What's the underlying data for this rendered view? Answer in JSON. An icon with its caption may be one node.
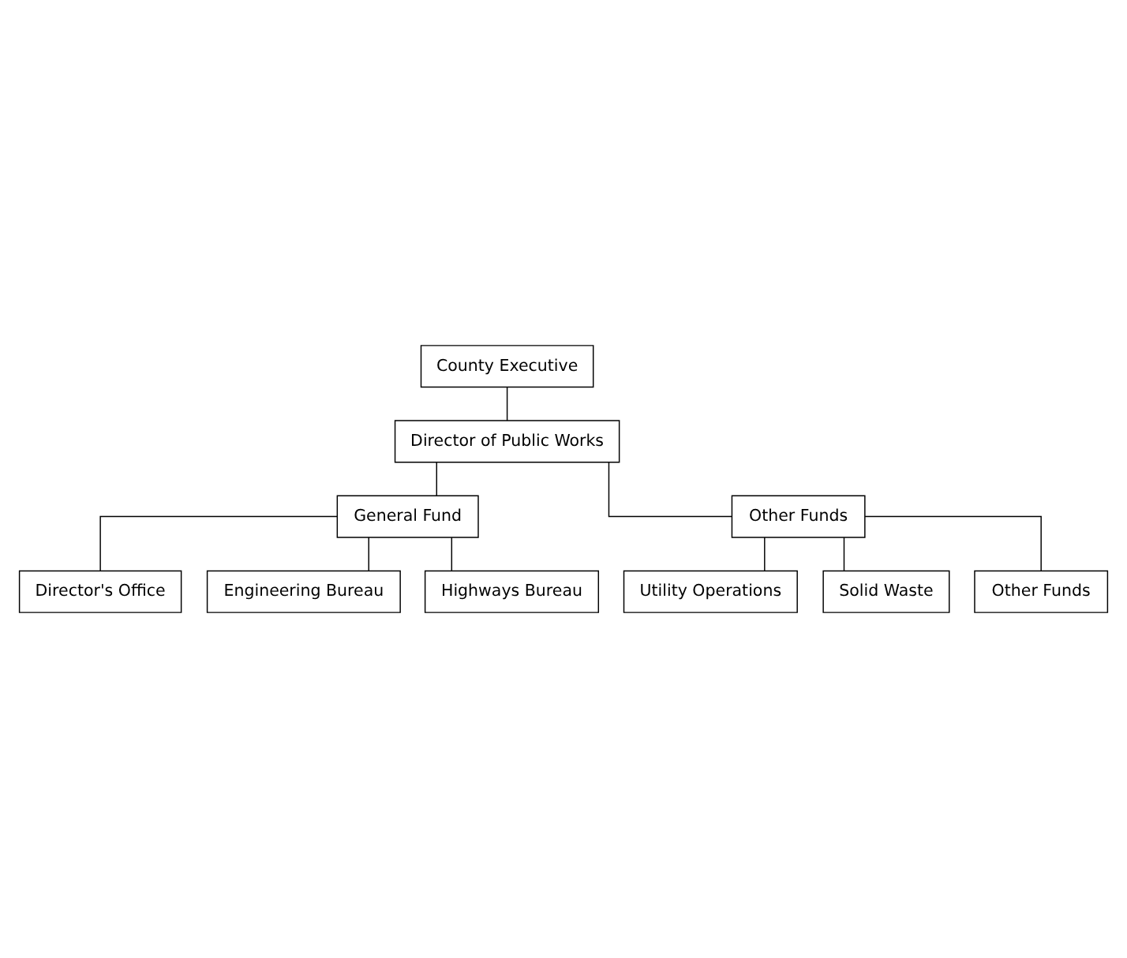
{
  "diagram": {
    "nodes": [
      {
        "text": [
          "County Executive"
        ]
      },
      {
        "text": [
          "Director of Public Works"
        ]
      },
      {
        "text": [
          "General Fund"
        ]
      },
      {
        "text": [
          "Other Funds"
        ]
      },
      {
        "text": [
          "Director's Office"
        ]
      },
      {
        "text": [
          "Engineering Bureau"
        ]
      },
      {
        "text": [
          "Highways Bureau"
        ]
      },
      {
        "text": [
          "Utility Operations"
        ]
      },
      {
        "text": [
          "Solid Waste"
        ]
      },
      {
        "text": [
          "Other Funds"
        ]
      }
    ],
    "edges": [
      {
        "from": 0,
        "to": 1,
        "arrow": "none"
      },
      {
        "from": 1,
        "to": 2,
        "arrow": "none"
      },
      {
        "from": 1,
        "to": 3,
        "arrow": "none"
      },
      {
        "from": 2,
        "to": 4,
        "arrow": "none"
      },
      {
        "from": 2,
        "to": 5,
        "arrow": "none"
      },
      {
        "from": 2,
        "to": 6,
        "arrow": "none"
      },
      {
        "from": 3,
        "to": 7,
        "arrow": "none"
      },
      {
        "from": 3,
        "to": 8,
        "arrow": "none"
      },
      {
        "from": 3,
        "to": 9,
        "arrow": "none"
      }
    ]
  }
}
